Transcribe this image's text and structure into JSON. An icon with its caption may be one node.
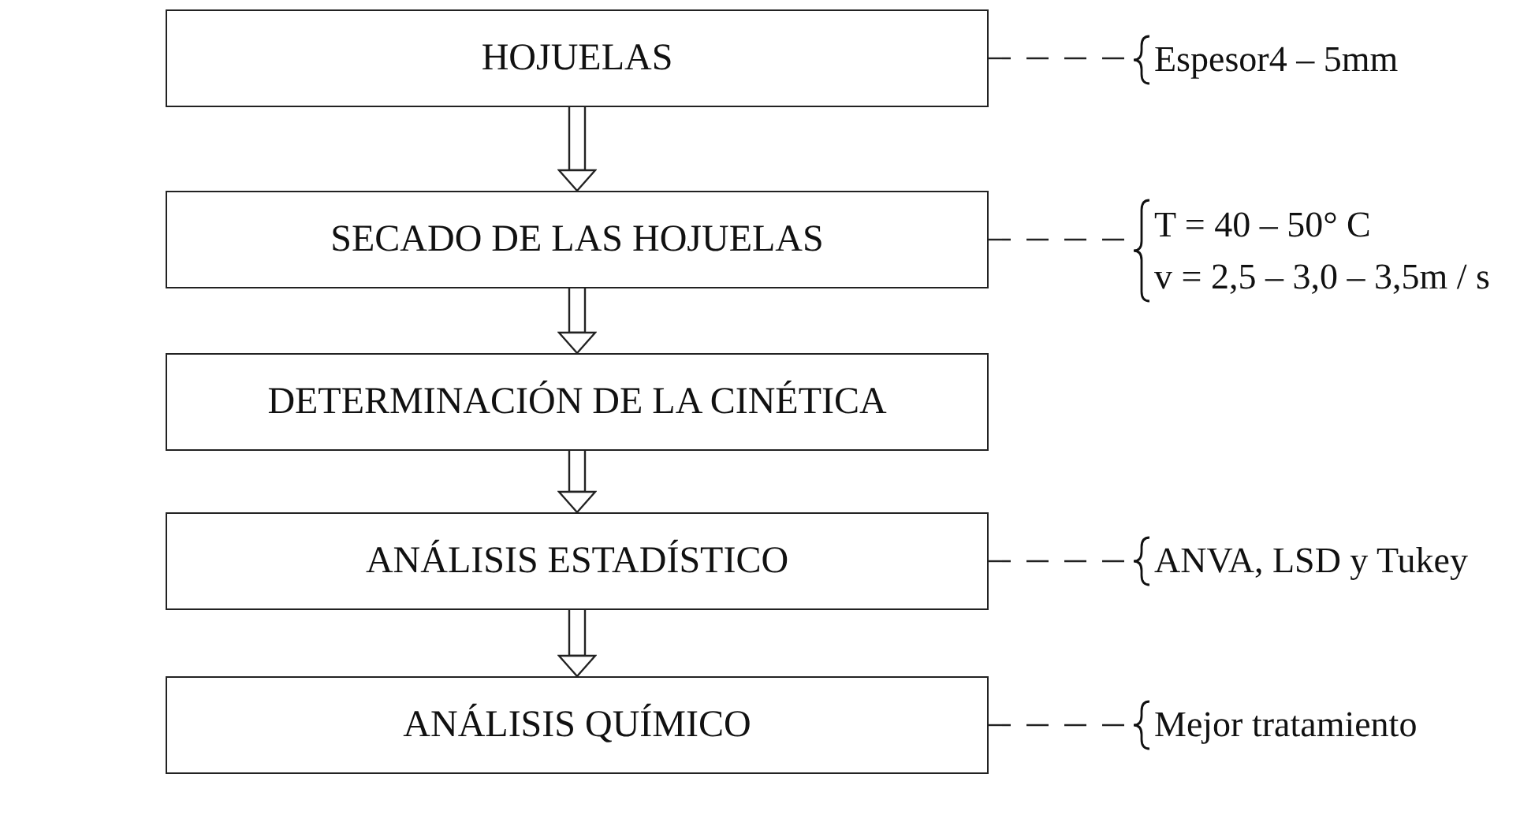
{
  "diagram": {
    "nodes": [
      {
        "text": [
          "HOJUELAS"
        ]
      },
      {
        "text": [
          "SECADO DE LAS HOJUELAS"
        ]
      },
      {
        "text": [
          "DETERMINACIÓN DE LA CINÉTICA"
        ]
      },
      {
        "text": [
          "ANÁLISIS ESTADÍSTICO"
        ]
      },
      {
        "text": [
          "ANÁLISIS QUÍMICO"
        ]
      },
      {
        "text": [
          "Espesor4 – 5mm"
        ]
      },
      {
        "text": [
          "T = 40 – 50° C",
          "v = 2,5 – 3,0 – 3,5m / s"
        ]
      },
      {
        "text": [
          "ANVA, LSD y Tukey"
        ]
      },
      {
        "text": [
          "Mejor tratamiento"
        ]
      }
    ],
    "edges": [
      {
        "from": 0,
        "to": 1,
        "arrow": "to"
      },
      {
        "from": 1,
        "to": 2,
        "arrow": "to"
      },
      {
        "from": 2,
        "to": 3,
        "arrow": "to"
      },
      {
        "from": 3,
        "to": 4,
        "arrow": "to"
      },
      {
        "from": 0,
        "to": 5,
        "arrow": "none",
        "style": "dashed"
      },
      {
        "from": 1,
        "to": 6,
        "arrow": "none",
        "style": "dashed"
      },
      {
        "from": 3,
        "to": 7,
        "arrow": "none",
        "style": "dashed"
      },
      {
        "from": 4,
        "to": 8,
        "arrow": "none",
        "style": "dashed"
      }
    ]
  }
}
